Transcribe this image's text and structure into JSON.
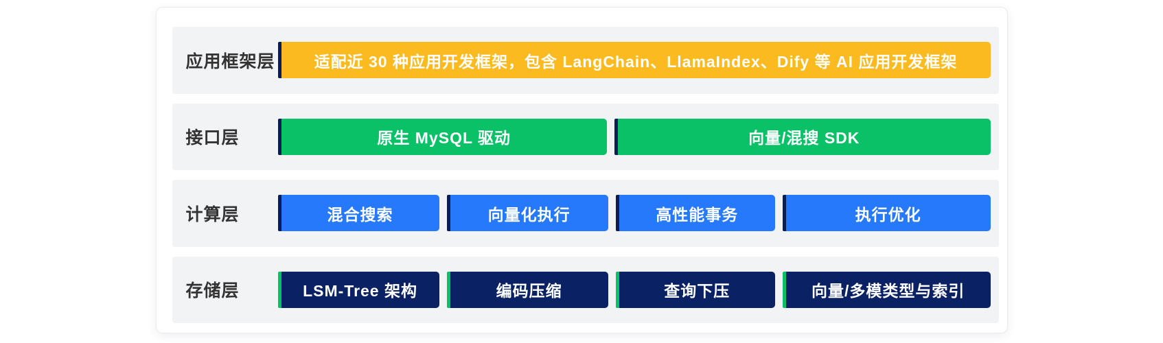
{
  "colors": {
    "page-bg": "#ffffff",
    "card-bg": "#ffffff",
    "card-border": "#e8eaef",
    "row-bg": "#f2f3f5",
    "label-text": "#333333",
    "bar-text": "#ffffff",
    "yellow": "#fbba1f",
    "green": "#0ac168",
    "blue": "#2679fa",
    "navy": "#0a2263",
    "navy-border": "#0a1e55",
    "green-border": "#0ac168"
  },
  "diagram": {
    "layers": [
      {
        "label": "应用框架层",
        "bars": [
          {
            "text": "适配近 30 种应用开发框架，包含 LangChain、LlamaIndex、Dify 等 AI 应用开发框架"
          }
        ]
      },
      {
        "label": "接口层",
        "bars": [
          {
            "text": "原生 MySQL 驱动"
          },
          {
            "text": "向量/混搜 SDK"
          }
        ]
      },
      {
        "label": "计算层",
        "bars": [
          {
            "text": "混合搜索"
          },
          {
            "text": "向量化执行"
          },
          {
            "text": "高性能事务"
          },
          {
            "text": "执行优化"
          }
        ]
      },
      {
        "label": "存储层",
        "bars": [
          {
            "text": "LSM-Tree 架构"
          },
          {
            "text": "编码压缩"
          },
          {
            "text": "查询下压"
          },
          {
            "text": "向量/多模类型与索引"
          }
        ]
      }
    ]
  }
}
